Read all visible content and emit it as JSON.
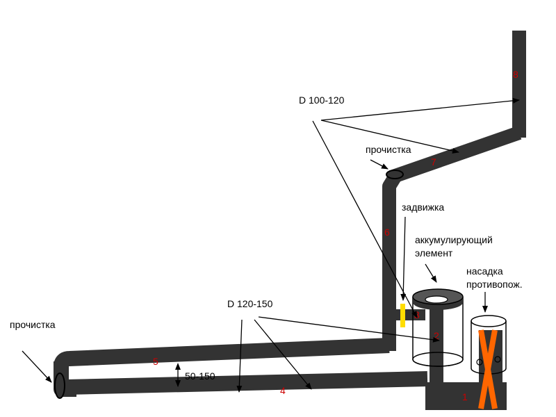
{
  "colors": {
    "pipe": "#333333",
    "section_number": "#cc0000",
    "gate_valve": "#ffdd00",
    "flame": "#ff6600",
    "background": "#ffffff"
  },
  "labels": {
    "cleanout_left": "прочистка",
    "cleanout_top": "прочистка",
    "diameter_upper": "D 100-120",
    "diameter_lower": "D 120-150",
    "gap": "50-150",
    "gate_valve": "задвижка",
    "accumulating_element_line1": "аккумулирующий",
    "accumulating_element_line2": "элемент",
    "nozzle_line1": "насадка",
    "nozzle_line2": "противопож."
  },
  "sections": [
    "1",
    "2",
    "3",
    "4",
    "5",
    "6",
    "7",
    "8"
  ]
}
